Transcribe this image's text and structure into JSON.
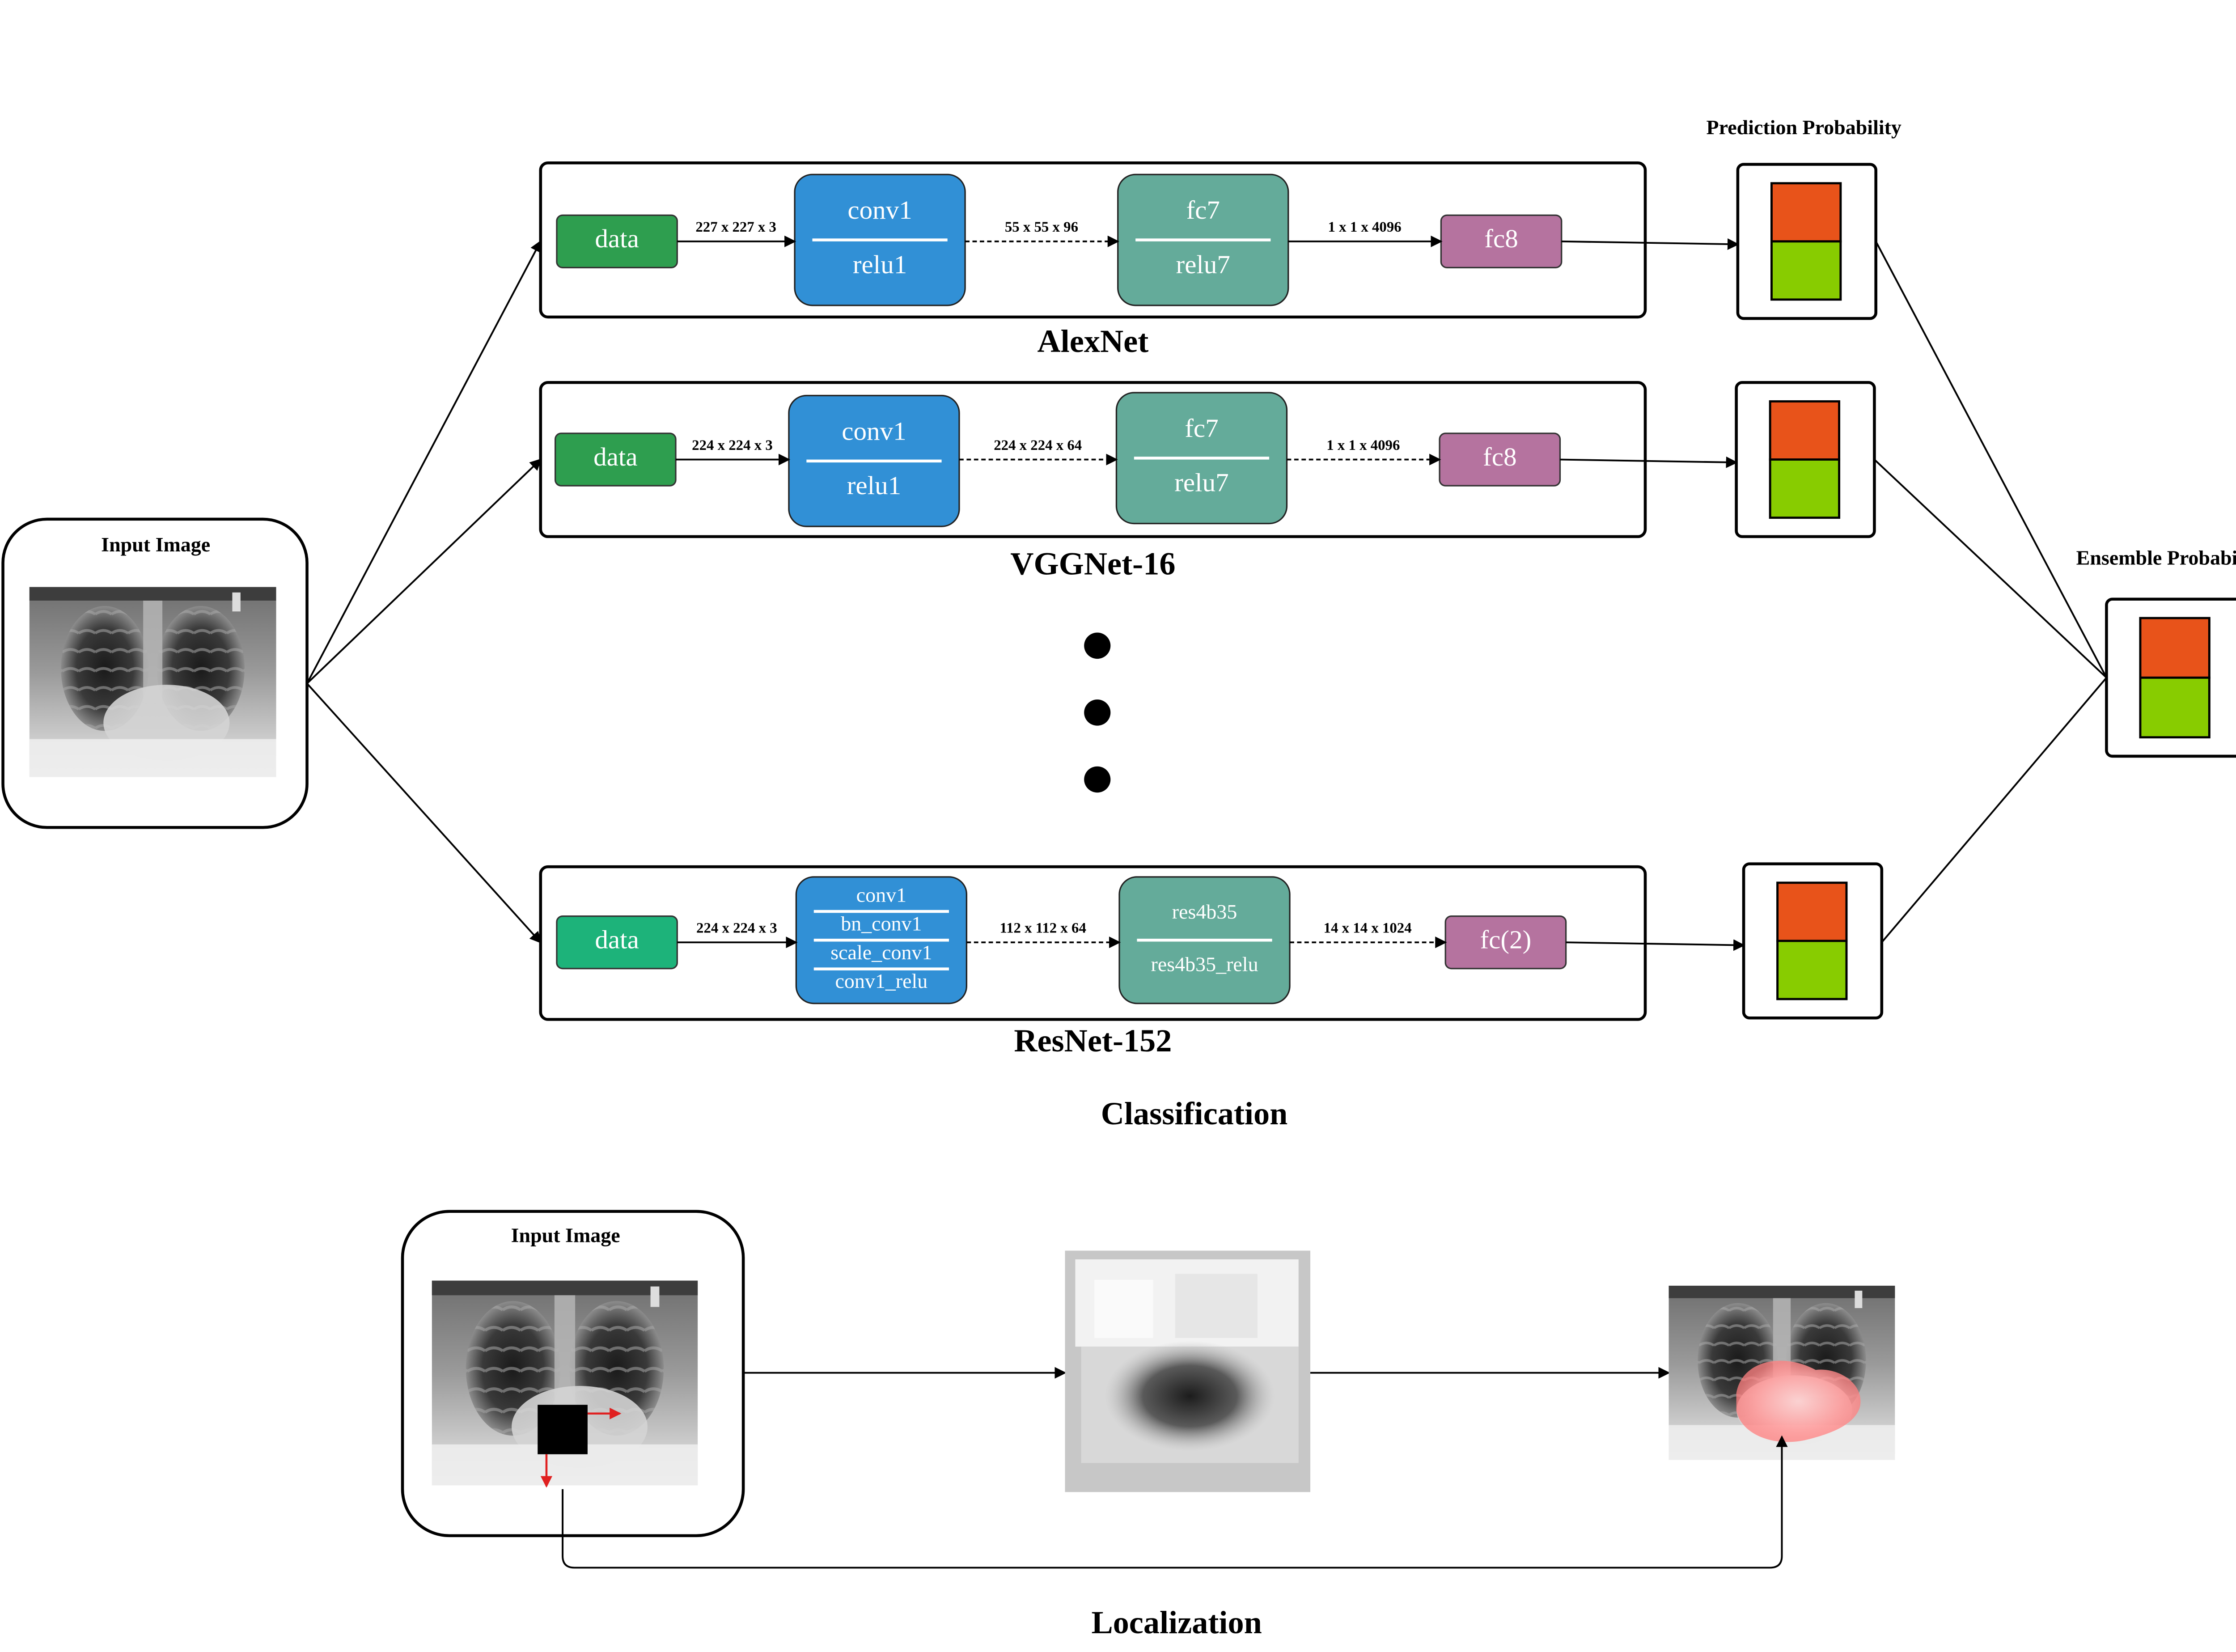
{
  "classification": {
    "title": "Classification",
    "input_panel_title": "Input Image",
    "prediction_header": "Prediction Probability",
    "ensemble_header": "Ensemble Probability",
    "networks": [
      {
        "name": "AlexNet",
        "data_label": "data",
        "block1_lines": [
          "conv1",
          "relu1"
        ],
        "dim1": "227 x 227 x 3",
        "dim2": "55 x 55 x 96",
        "block2_lines": [
          "fc7",
          "relu7"
        ],
        "dim3": "1 x 1 x 4096",
        "out_label": "fc8"
      },
      {
        "name": "VGGNet-16",
        "data_label": "data",
        "block1_lines": [
          "conv1",
          "relu1"
        ],
        "dim1": "224 x 224 x 3",
        "dim2": "224 x 224 x 64",
        "block2_lines": [
          "fc7",
          "relu7"
        ],
        "dim3": "1 x 1 x 4096",
        "out_label": "fc8"
      },
      {
        "name": "ResNet-152",
        "data_label": "data",
        "block1_lines": [
          "conv1",
          "bn_conv1",
          "scale_conv1",
          "conv1_relu"
        ],
        "dim1": "224 x 224 x 3",
        "dim2": "112 x 112 x 64",
        "block2_lines": [
          "res4b35",
          "res4b35_relu"
        ],
        "dim3": "14 x 14 x 1024",
        "out_label": "fc(2)"
      }
    ]
  },
  "localization": {
    "title": "Localization",
    "input_panel_title": "Input Image"
  },
  "colors": {
    "data_green": "#2e9e4f",
    "data_green_resnet": "#1db37a",
    "conv_blue": "#3190d6",
    "fc_teal": "#64ab9a",
    "out_purple": "#b5739f",
    "prob_orange": "#e8531a",
    "prob_green": "#88cc00",
    "occlusion_red": "#e02020"
  }
}
